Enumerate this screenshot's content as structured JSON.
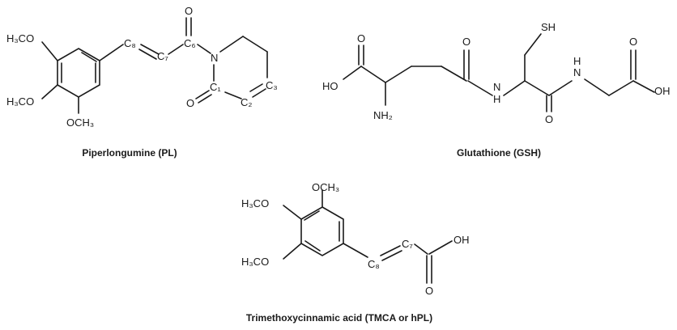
{
  "molecules": {
    "pl": {
      "caption": "Piperlongumine (PL)",
      "labels": {
        "h3co_1": "H₃CO",
        "h3co_2": "H₃CO",
        "och3": "OCH₃",
        "c8": "C₈",
        "c7": "C₇",
        "c6": "C₆",
        "o_carbonyl_top": "O",
        "n": "N",
        "c1": "C₁",
        "c2": "C₂",
        "c3": "C₃",
        "o_carbonyl_ring": "O"
      }
    },
    "gsh": {
      "caption": "Glutathione (GSH)",
      "labels": {
        "sh": "SH",
        "o_acid_left": "O",
        "ho": "HO",
        "nh2": "NH₂",
        "o_amide_1": "O",
        "nh_1": "N",
        "h_1": "H",
        "o_amide_2": "O",
        "nh_2": "N",
        "h_2": "H",
        "o_acid_right": "O",
        "oh": "OH"
      }
    },
    "tmca": {
      "caption": "Trimethoxycinnamic acid (TMCA or hPL)",
      "labels": {
        "och3": "OCH₃",
        "h3co_1": "H₃CO",
        "h3co_2": "H₃CO",
        "c8": "C₈",
        "c7": "C₇",
        "oh": "OH",
        "o_carbonyl": "O"
      }
    }
  }
}
